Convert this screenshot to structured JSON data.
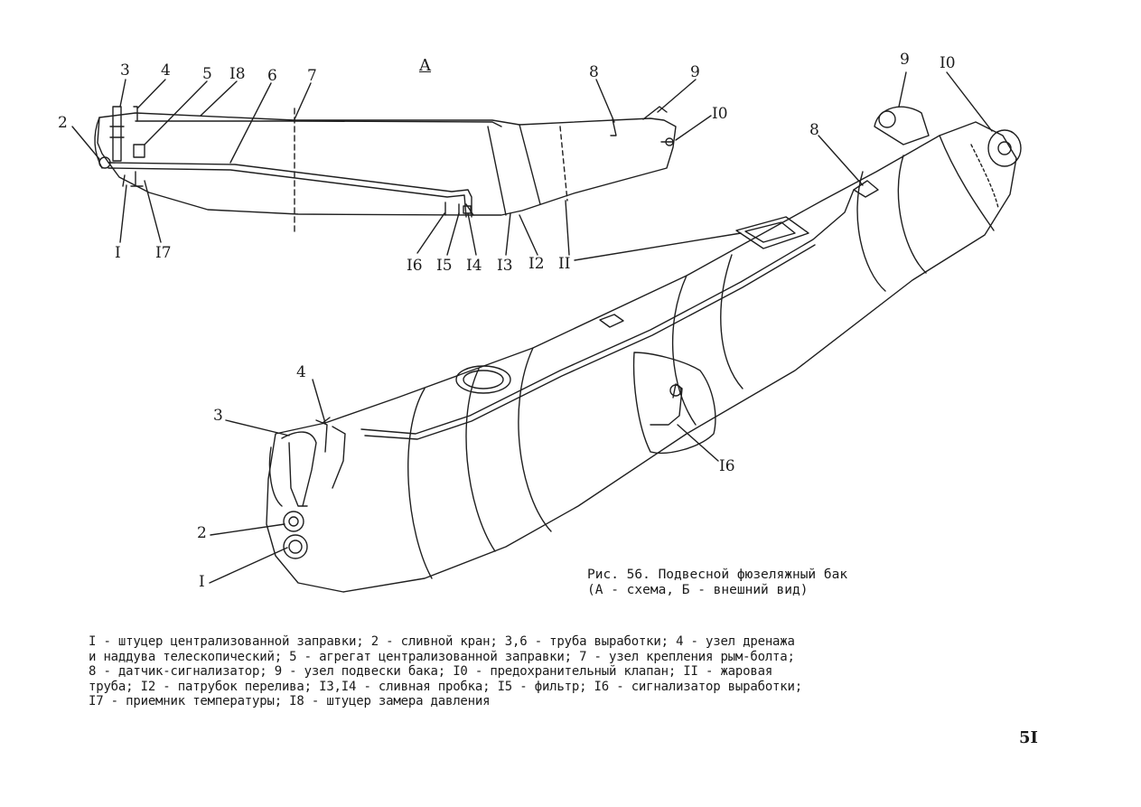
{
  "section_label": "A",
  "callouts_schema": {
    "n1": "I",
    "n2": "2",
    "n3": "3",
    "n4": "4",
    "n5": "5",
    "n18": "I8",
    "n6": "6",
    "n7": "7",
    "n8": "8",
    "n9": "9",
    "n10": "I0",
    "n17": "I7",
    "n16": "I6",
    "n15": "I5",
    "n14": "I4",
    "n13": "I3",
    "n12": "I2",
    "n11": "II"
  },
  "callouts_view": {
    "n9": "9",
    "n10": "I0",
    "n8": "8",
    "n4": "4",
    "n3": "3",
    "n2": "2",
    "n1": "I",
    "n16": "I6"
  },
  "caption": {
    "line1": "Рис. 56. Подвесной фюзеляжный бак",
    "line2": "(А - схема, Б - внешний вид)"
  },
  "legend": {
    "line1": "I - штуцер централизованной заправки; 2 - сливной кран; 3,6 - труба выработки; 4 - узел дренажа",
    "line2": "и наддува телескопический; 5 - агрегат централизованной заправки; 7 - узел крепления рым-болта;",
    "line3": "8 - датчик-сигнализатор; 9 - узел подвески бака; I0 - предохранительный клапан; II - жаровая",
    "line4": "труба; I2 - патрубок перелива; I3,I4 - сливная пробка; I5 - фильтр; I6 - сигнализатор выработки;",
    "line5": "I7 - приемник температуры; I8 - штуцер замера давления"
  },
  "page_number": "5I"
}
